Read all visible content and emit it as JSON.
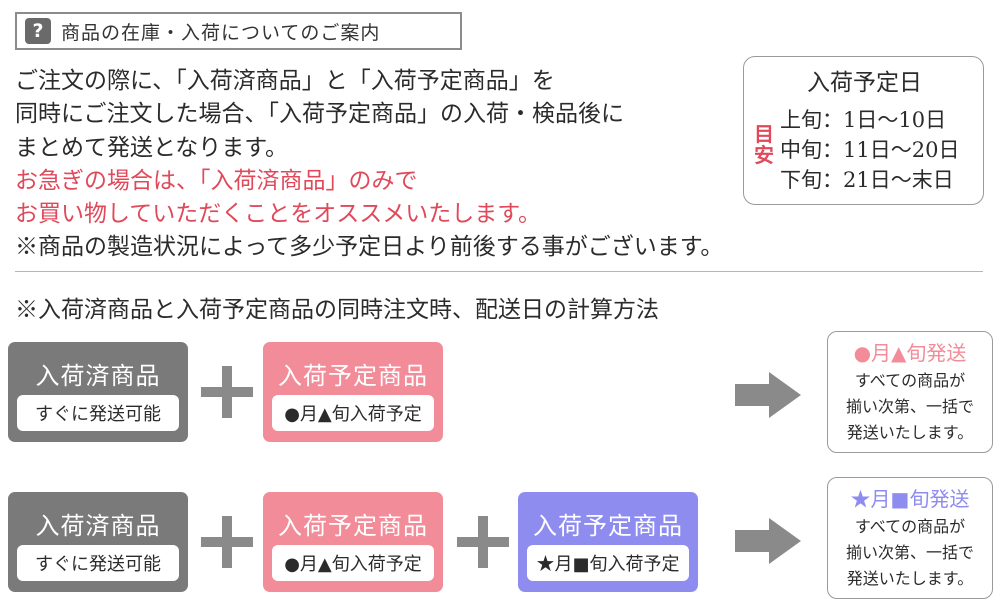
{
  "header": {
    "icon_char": "?",
    "title": "商品の在庫・入荷についてのご案内"
  },
  "intro": {
    "line1": "ご注文の際に、「入荷済商品」と「入荷予定商品」を",
    "line2": "同時にご注文した場合、「入荷予定商品」の入荷・検品後に",
    "line3": "まとめて発送となります。",
    "line4": "お急ぎの場合は、「入荷済商品」のみで",
    "line5": "お買い物していただくことをオススメいたします。",
    "line6": "※商品の製造状況によって多少予定日より前後する事がございます。"
  },
  "schedule": {
    "title": "入荷予定日",
    "mark": "目安",
    "rows": [
      "上旬：1日〜10日",
      "中旬：11日〜20日",
      "下旬：21日〜末日"
    ]
  },
  "section_title": "※入荷済商品と入荷予定商品の同時注文時、配送日の計算方法",
  "example1": {
    "card1": {
      "title": "入荷済商品",
      "sub": "すぐに発送可能"
    },
    "card2": {
      "title": "入荷予定商品",
      "sub": "●月▲旬入荷予定"
    },
    "result": {
      "head": "●月▲旬発送",
      "lines": [
        "すべての商品が",
        "揃い次第、一括で",
        "発送いたします。"
      ]
    }
  },
  "example2": {
    "card1": {
      "title": "入荷済商品",
      "sub": "すぐに発送可能"
    },
    "card2": {
      "title": "入荷予定商品",
      "sub": "●月▲旬入荷予定"
    },
    "card3": {
      "title": "入荷予定商品",
      "sub": "★月■旬入荷予定"
    },
    "result": {
      "head": "★月■旬発送",
      "lines": [
        "すべての商品が",
        "揃い次第、一括で",
        "発送いたします。"
      ]
    }
  },
  "colors": {
    "gray_card": "#7a7a7a",
    "pink_card": "#f28c98",
    "blue_card": "#8f8cf0",
    "accent_red": "#e0495a",
    "arrow": "#8a8a8a"
  }
}
